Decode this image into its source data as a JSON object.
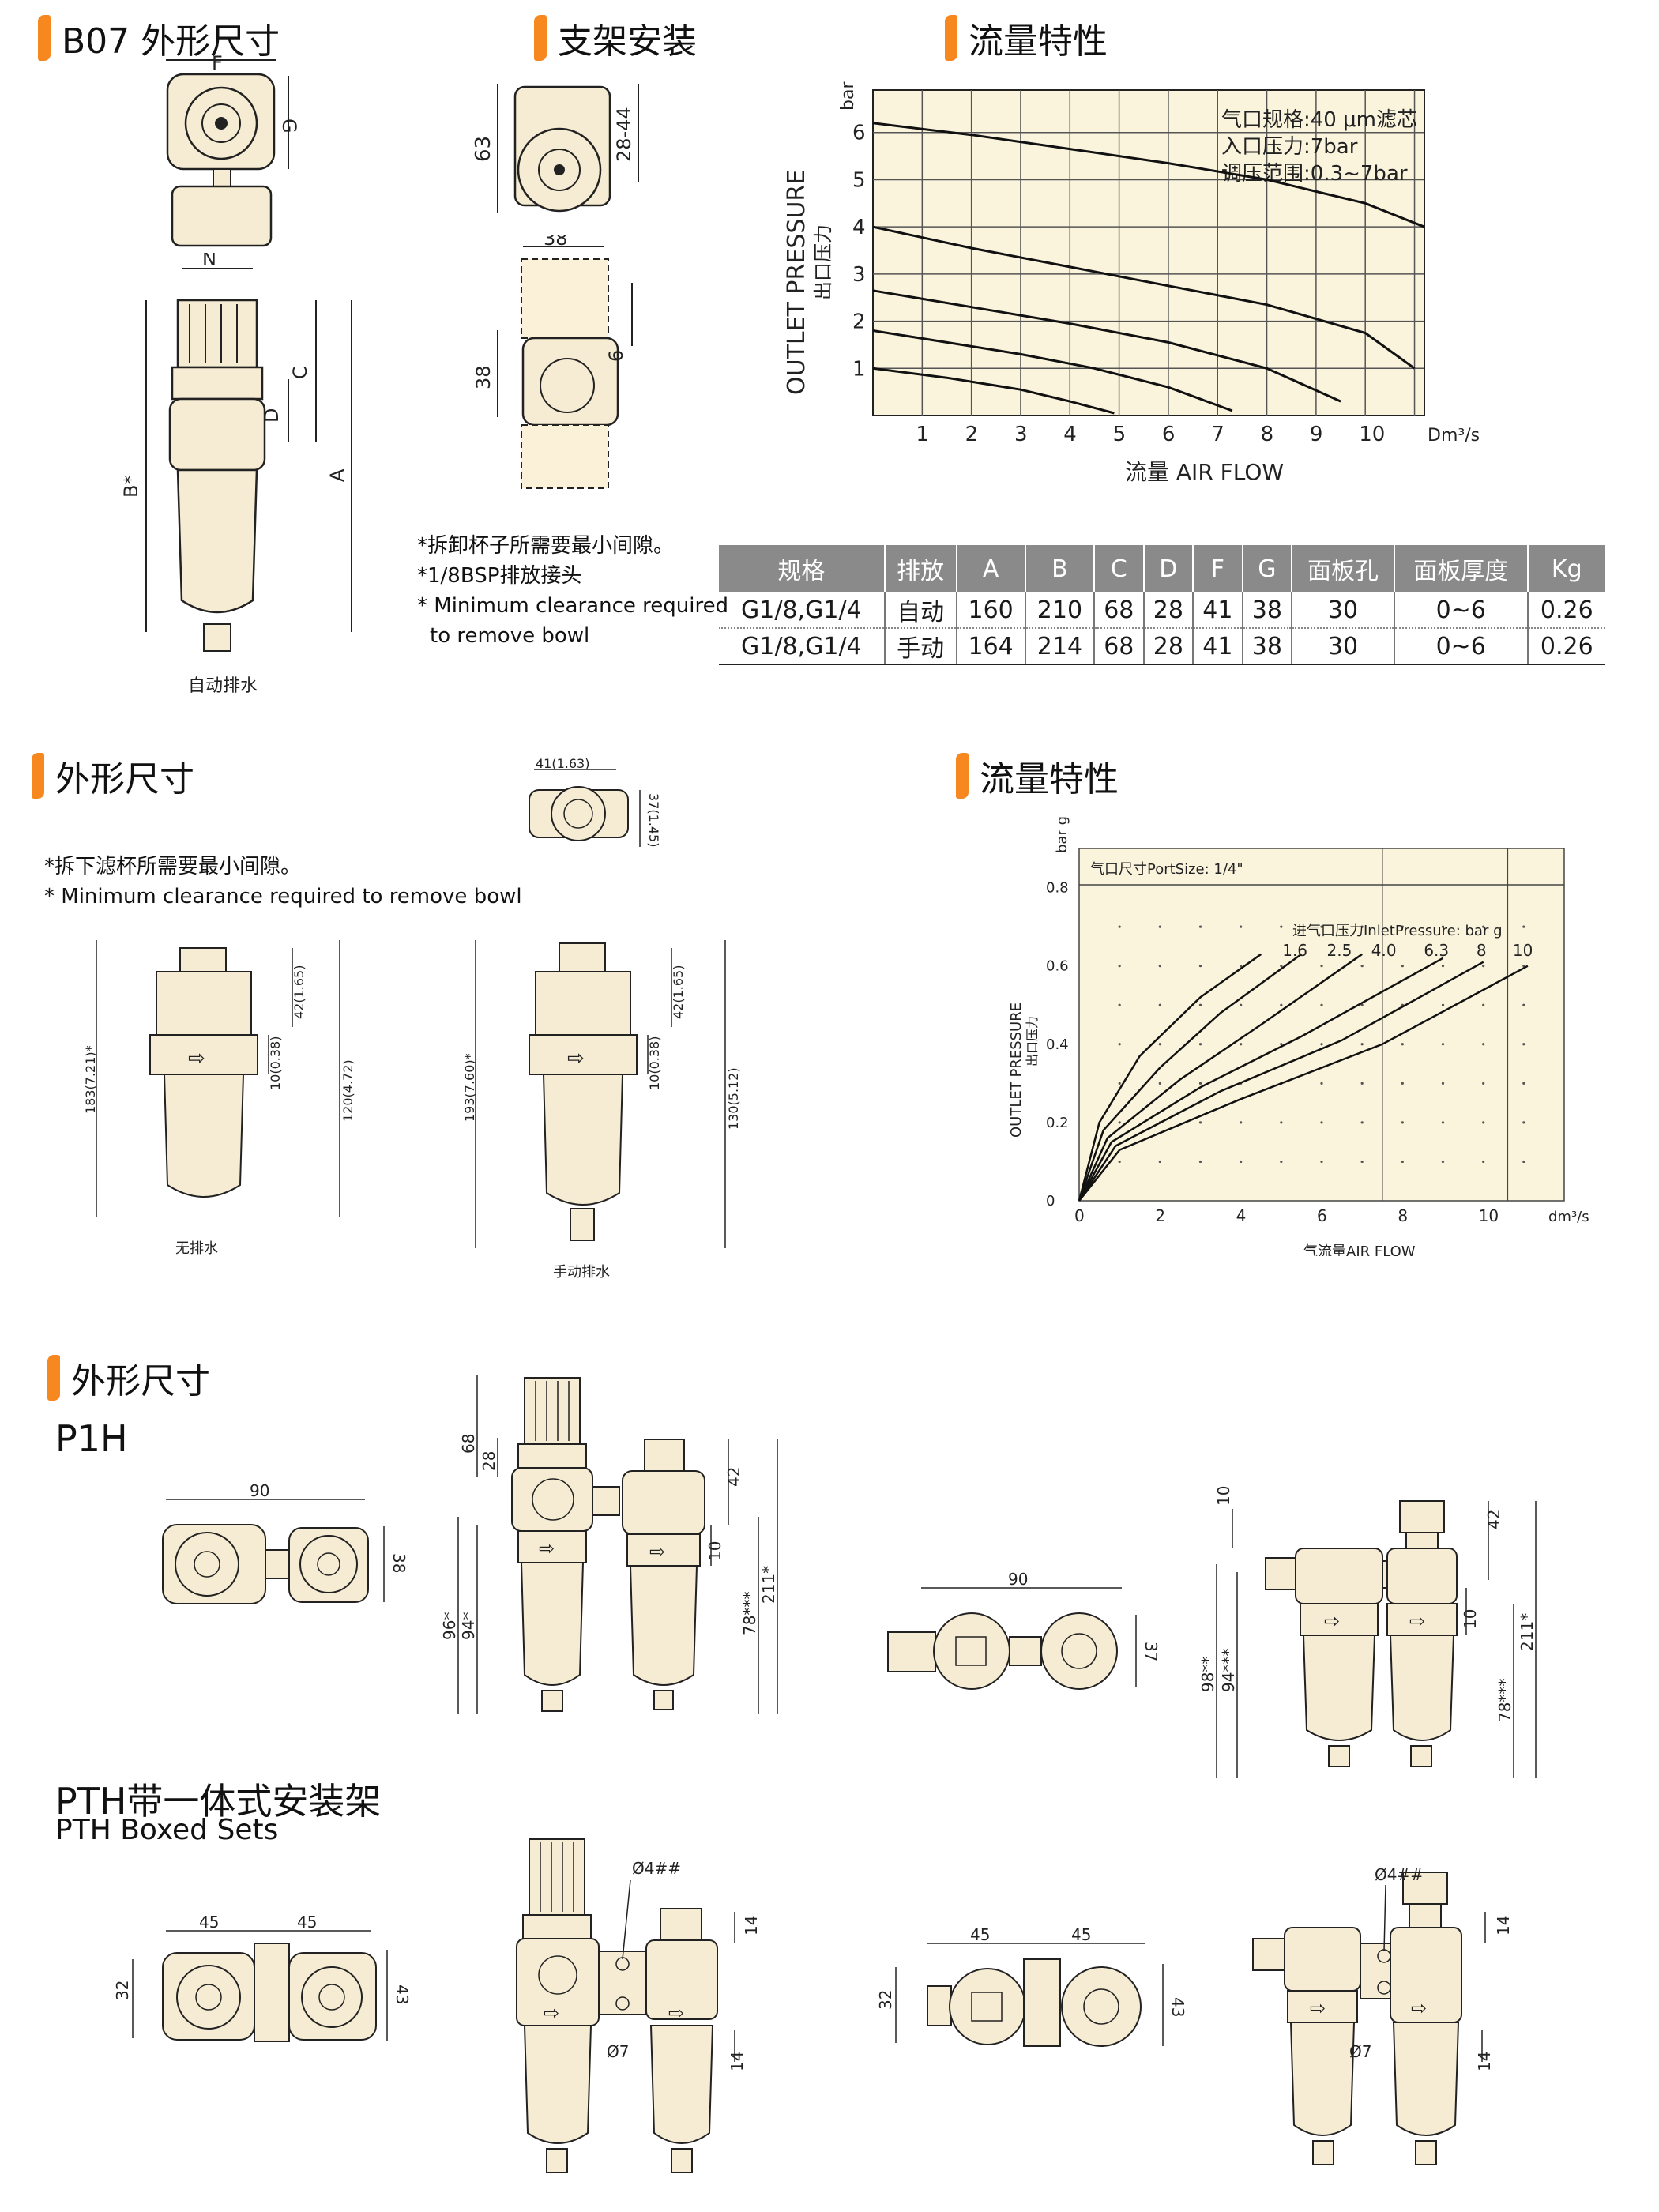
{
  "sections": {
    "b07_dims_title": "B07 外形尺寸",
    "bracket_title": "支架安装",
    "flow1_title": "流量特性",
    "dims2_title": "外形尺寸",
    "flow2_title": "流量特性",
    "dims3_title": "外形尺寸"
  },
  "notes1": {
    "l1": "*拆卸杯子所需要最小间隙。",
    "l2": "*1/8BSP排放接头",
    "l3": "* Minimum clearance required",
    "l4": "to remove bowl"
  },
  "notes2": {
    "l1": "*拆下滤杯所需要最小间隙。",
    "l2": "* Minimum clearance required to remove bowl"
  },
  "captions": {
    "auto_drain": "自动排水",
    "no_drain": "无排水",
    "manual_drain": "手动排水"
  },
  "labels": {
    "p1h": "P1H",
    "pth_cn": "PTH带一体式安装架",
    "pth_en": "PTH Boxed Sets"
  },
  "table": {
    "headers": [
      "规格",
      "排放",
      "A",
      "B",
      "C",
      "D",
      "F",
      "G",
      "面板孔",
      "面板厚度",
      "Kg"
    ],
    "rows": [
      [
        "G1/8,G1/4",
        "自动",
        "160",
        "210",
        "68",
        "28",
        "41",
        "38",
        "30",
        "0~6",
        "0.26"
      ],
      [
        "G1/8,G1/4",
        "手动",
        "164",
        "214",
        "68",
        "28",
        "41",
        "38",
        "30",
        "0~6",
        "0.26"
      ]
    ]
  },
  "chart_data": [
    {
      "type": "line",
      "ylabel_en": "OUTLET PRESSURE",
      "ylabel_cn": "出口压力",
      "yunit": "bar",
      "xlabel": "流量 AIR FLOW",
      "xunit": "Dm³/s",
      "x_ticks": [
        "1",
        "2",
        "3",
        "4",
        "5",
        "6",
        "7",
        "8",
        "9",
        "10"
      ],
      "y_ticks": [
        "1",
        "2",
        "3",
        "4",
        "5",
        "6"
      ],
      "xlim": [
        0,
        11.2
      ],
      "ylim": [
        0,
        6.9
      ],
      "grid": true,
      "annotations": [
        "气口规格:40 μm滤芯",
        "入口压力:7bar",
        "调压范围:0.3~7bar"
      ],
      "series": [
        {
          "x": [
            0,
            2,
            4,
            6,
            8,
            10,
            11.2
          ],
          "y": [
            6.2,
            5.95,
            5.65,
            5.35,
            5.0,
            4.5,
            4.0
          ]
        },
        {
          "x": [
            0,
            2,
            4,
            6,
            8,
            10,
            11
          ],
          "y": [
            4.0,
            3.55,
            3.15,
            2.75,
            2.35,
            1.75,
            1.0
          ]
        },
        {
          "x": [
            0,
            2,
            4,
            6,
            8,
            9.5
          ],
          "y": [
            2.65,
            2.3,
            1.95,
            1.55,
            1.0,
            0.3
          ]
        },
        {
          "x": [
            0,
            1.5,
            3,
            4.5,
            6,
            7.3
          ],
          "y": [
            1.8,
            1.55,
            1.3,
            1.0,
            0.6,
            0.1
          ]
        },
        {
          "x": [
            0,
            1.5,
            3,
            4,
            4.9
          ],
          "y": [
            1.0,
            0.8,
            0.55,
            0.3,
            0.05
          ]
        }
      ]
    },
    {
      "type": "line",
      "ylabel_en": "OUTLET PRESSURE",
      "ylabel_cn": "出口压力",
      "yunit": "bar g",
      "xlabel": "气流量AIR FLOW",
      "xunit": "dm³/s",
      "x_ticks": [
        "0",
        "2",
        "4",
        "6",
        "8",
        "10"
      ],
      "y_ticks": [
        "0",
        "0.2",
        "0.4",
        "0.6",
        "0.8"
      ],
      "xlim": [
        0,
        12
      ],
      "ylim": [
        0,
        0.9
      ],
      "grid": true,
      "annotations": [
        "气口尺寸PortSize: 1/4\"",
        "进气口压力InletPressure: bar g"
      ],
      "series": [
        {
          "name": "1.6",
          "x": [
            0,
            0.5,
            1.5,
            3,
            4.5
          ],
          "y": [
            0,
            0.2,
            0.37,
            0.52,
            0.63
          ]
        },
        {
          "name": "2.5",
          "x": [
            0,
            0.6,
            2,
            3.5,
            5.5
          ],
          "y": [
            0,
            0.18,
            0.34,
            0.48,
            0.63
          ]
        },
        {
          "name": "4.0",
          "x": [
            0,
            0.7,
            2.5,
            4.5,
            7
          ],
          "y": [
            0,
            0.16,
            0.31,
            0.45,
            0.63
          ]
        },
        {
          "name": "6.3",
          "x": [
            0,
            0.8,
            3,
            5.5,
            9
          ],
          "y": [
            0,
            0.15,
            0.29,
            0.42,
            0.62
          ]
        },
        {
          "name": "8",
          "x": [
            0,
            0.9,
            3.5,
            6.5,
            10
          ],
          "y": [
            0,
            0.14,
            0.28,
            0.41,
            0.61
          ]
        },
        {
          "name": "10",
          "x": [
            0,
            1.0,
            4,
            7.5,
            11.1
          ],
          "y": [
            0,
            0.13,
            0.26,
            0.4,
            0.6
          ]
        }
      ]
    }
  ],
  "colors": {
    "accent": "#f7871f",
    "part_fill": "#f6ecd3",
    "chart_fill": "#fbf4dd"
  },
  "dims": {
    "b07_top": [
      "F",
      "G"
    ],
    "b07_side": [
      "N",
      "C",
      "D",
      "A",
      "B*"
    ],
    "bracket": [
      "63",
      "28-44",
      "38",
      "38",
      "6"
    ],
    "sec2_top": [
      "41(1.63)",
      "37(1.45)"
    ],
    "sec2_left": [
      "183(7.21)*",
      "42(1.65)",
      "10(0.38)",
      "120(4.72)"
    ],
    "sec2_right": [
      "193(7.60)*",
      "42(1.65)",
      "10(0.38)",
      "130(5.12)"
    ],
    "p1h_a": [
      "90",
      "38"
    ],
    "p1h_b": [
      "68",
      "28",
      "42",
      "10",
      "96*",
      "94*",
      "78***",
      "211*"
    ],
    "p1h_c": [
      "90",
      "37"
    ],
    "p1h_d": [
      "10",
      "42",
      "10",
      "98**",
      "94***",
      "78***",
      "211*"
    ],
    "pth_a": [
      "45",
      "45",
      "32",
      "43"
    ],
    "pth_b": [
      "Ø4##",
      "14",
      "14",
      "Ø7"
    ],
    "pth_c": [
      "45",
      "45",
      "32",
      "43"
    ],
    "pth_d": [
      "Ø4##",
      "14",
      "14",
      "Ø7"
    ]
  }
}
